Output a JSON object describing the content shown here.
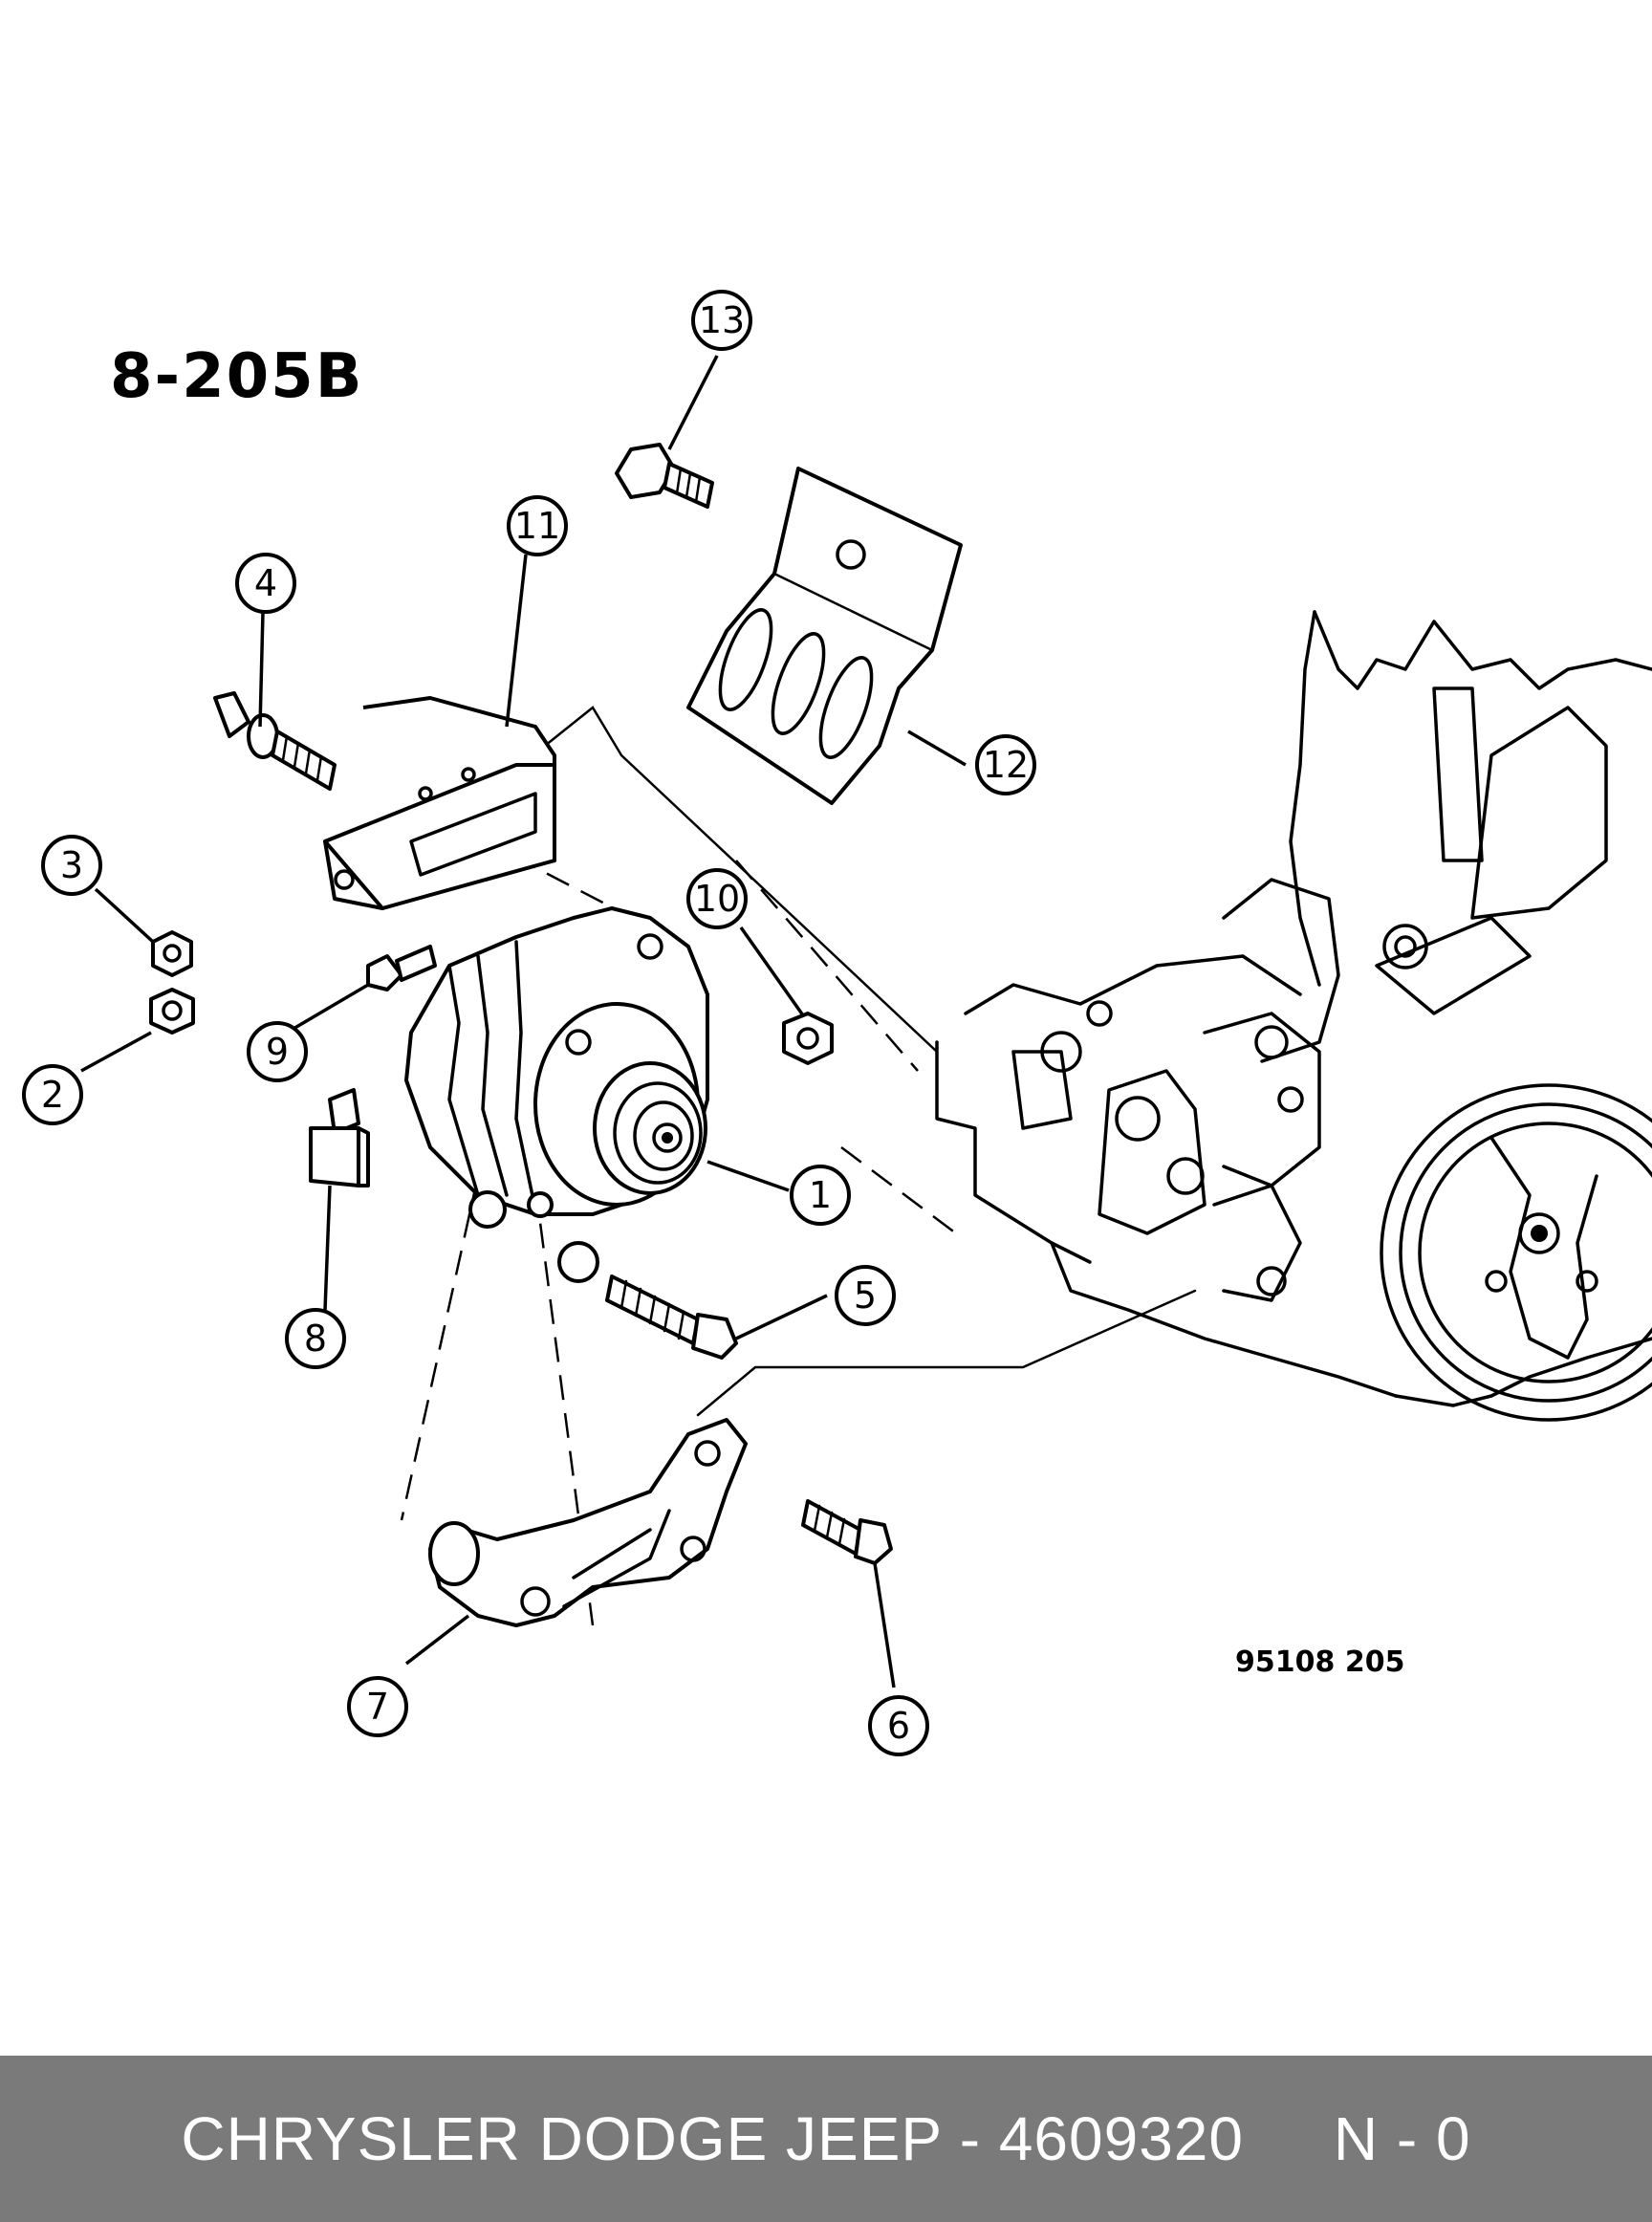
{
  "diagram": {
    "code_label": "8-205B",
    "figure_number": "95108 205",
    "callouts": [
      {
        "number": "1",
        "part": "alternator"
      },
      {
        "number": "2",
        "part": "nut"
      },
      {
        "number": "3",
        "part": "nut"
      },
      {
        "number": "4",
        "part": "stud bolt"
      },
      {
        "number": "5",
        "part": "bolt"
      },
      {
        "number": "6",
        "part": "bolt"
      },
      {
        "number": "7",
        "part": "lower mounting bracket"
      },
      {
        "number": "8",
        "part": "terminal boot"
      },
      {
        "number": "9",
        "part": "bolt"
      },
      {
        "number": "10",
        "part": "nut"
      },
      {
        "number": "11",
        "part": "upper mounting bracket"
      },
      {
        "number": "12",
        "part": "heat shield"
      },
      {
        "number": "13",
        "part": "bolt"
      }
    ]
  },
  "footer": {
    "text": "CHRYSLER DODGE JEEP - 4609320     N - 0"
  }
}
